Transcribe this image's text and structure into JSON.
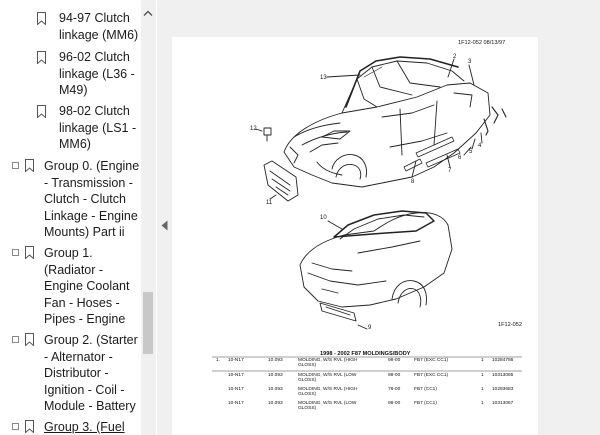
{
  "sidebar": {
    "items": [
      {
        "label": "94-97 Clutch\nlinkage (MM6)"
      },
      {
        "label": "96-02 Clutch\nlinkage (L36 -\nM49)"
      },
      {
        "label": "98-02 Clutch\nlinkage (LS1 -\nMM6)"
      },
      {
        "label": "Group 0. (Engine\n- Transmission -\nClutch - Clutch\nLinkage - Engine\nMounts) Part ii"
      },
      {
        "label": "Group 1.\n(Radiator -\nEngine Coolant\nFan - Hoses -\nPipes - Engine"
      },
      {
        "label": "Group 2. (Starter\n- Alternator -\nDistributor -\nIgnition - Coil -\nModule - Battery"
      },
      {
        "label": "Group 3. (Fuel"
      }
    ]
  },
  "doc": {
    "header_ref": "1F12-052  08/13/97",
    "footer_ref": "1F12-052",
    "callouts": [
      "1",
      "2",
      "3",
      "4",
      "5",
      "6",
      "7",
      "8",
      "9",
      "10",
      "11",
      "12",
      "13"
    ],
    "table_title": "1998 - 2002 F87 MOLDINGS/BODY",
    "rows": [
      {
        "num": "1.",
        "group": "10-N17",
        "code": "10.093",
        "desc": "MOLDING, W/S RVL (HIGH\nGLOSS)",
        "years": "98-00",
        "model": "FB7 (EXC CC1)",
        "qty": "1",
        "part": "10284786"
      },
      {
        "num": "",
        "group": "10-N17",
        "code": "10.093",
        "desc": "MOLDING, W/S RVL (LOW\nGLOSS)",
        "years": "98-00",
        "model": "FB7 (EXC CC1)",
        "qty": "1",
        "part": "10313065"
      },
      {
        "num": "",
        "group": "10-N17",
        "code": "10.093",
        "desc": "MOLDING, W/S RVL (HIGH\nGLOSS)",
        "years": "78-00",
        "model": "FB7 (CC1)",
        "qty": "1",
        "part": "10293683"
      },
      {
        "num": "",
        "group": "10-N17",
        "code": "10.093",
        "desc": "MOLDING, W/S RVL (LOW\nGLOSS)",
        "years": "98-00",
        "model": "FB7 (CC1)",
        "qty": "1",
        "part": "10313067"
      }
    ]
  }
}
